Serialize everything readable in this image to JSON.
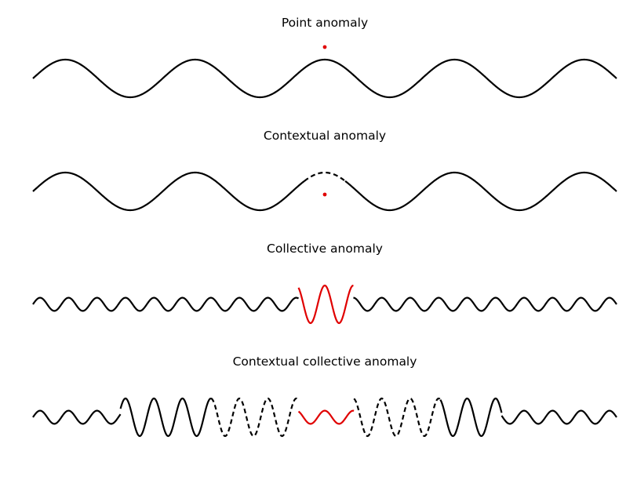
{
  "colors": {
    "normal": "#000000",
    "anomaly": "#e00000",
    "background": "#ffffff"
  },
  "panels": [
    {
      "title": "Point anomaly",
      "kind": "point",
      "cycles": 4.5,
      "amplitude": 1.0
    },
    {
      "title": "Contextual anomaly",
      "kind": "contextual",
      "cycles": 4.5,
      "amplitude": 1.0
    },
    {
      "title": "Collective anomaly",
      "kind": "collective",
      "cycles": 20.5,
      "amplitude": 0.35,
      "anomaly_amplitude": 1.0
    },
    {
      "title": "Contextual collective anomaly",
      "kind": "contextual_collective",
      "cycles": 20.5,
      "amplitude": 0.35,
      "large_amplitude": 1.0
    }
  ]
}
